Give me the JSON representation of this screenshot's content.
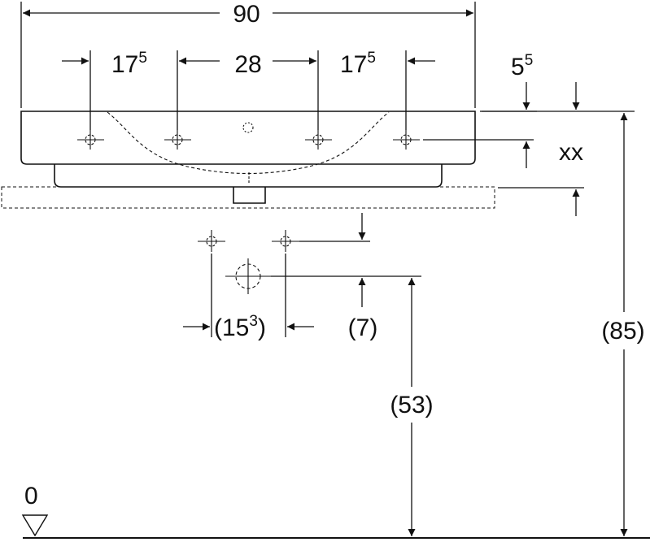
{
  "dimensions": {
    "overall_width": "90",
    "left_spacing": "17",
    "left_spacing_sup": "5",
    "center_spacing": "28",
    "right_spacing": "17",
    "right_spacing_sup": "5",
    "rim_offset": "5",
    "rim_offset_sup": "5",
    "xx_label": "xx",
    "supply_spacing": "(15",
    "supply_spacing_sup": "3",
    "supply_spacing_close": ")",
    "supply_offset": "(7)",
    "drain_height": "(53)",
    "rim_height": "(85)",
    "floor_level": "0"
  },
  "colors": {
    "line": "#111111"
  }
}
